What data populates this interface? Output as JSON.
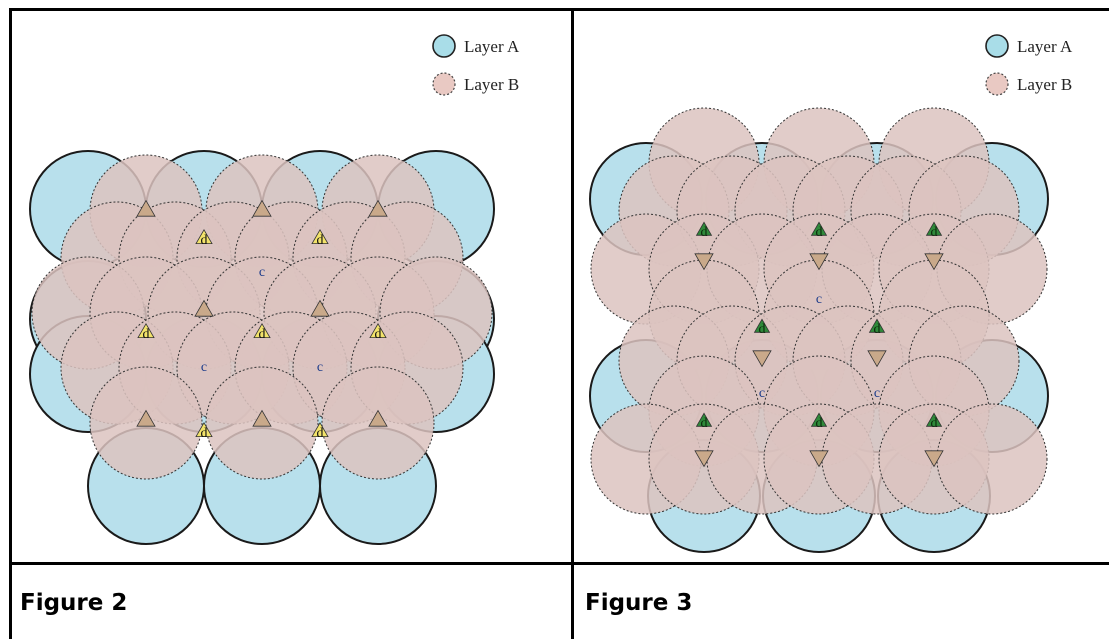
{
  "panels": [
    {
      "caption": "Figure 2",
      "legend": [
        {
          "label": "Layer A",
          "color": "#a9dde8"
        },
        {
          "label": "Layer B",
          "color": "#e9c9c3"
        }
      ],
      "site_labels": {
        "c": "c",
        "d": "d"
      }
    },
    {
      "caption": "Figure 3",
      "legend": [
        {
          "label": "Layer A",
          "color": "#a9dde8"
        },
        {
          "label": "Layer B",
          "color": "#e9c9c3"
        }
      ],
      "site_labels": {
        "c": "c",
        "d": "d"
      }
    }
  ],
  "colors": {
    "layer_a_fill": "#b8e0ec",
    "layer_b_fill": "#dcc3c0",
    "tetra_site": "#f3e36a",
    "octa_site": "#2f8a3a",
    "b_hollow": "#c9a98a"
  }
}
